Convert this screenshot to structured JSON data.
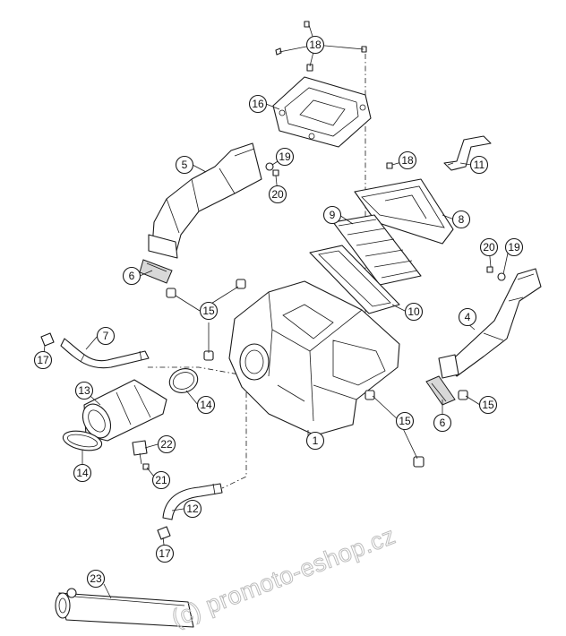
{
  "diagram": {
    "kind": "exploded parts diagram",
    "callouts": [
      "1",
      "4",
      "5",
      "6",
      "6",
      "7",
      "8",
      "9",
      "10",
      "11",
      "12",
      "13",
      "14",
      "14",
      "15",
      "15",
      "15",
      "16",
      "17",
      "17",
      "18",
      "18",
      "19",
      "19",
      "20",
      "20",
      "21",
      "22",
      "23"
    ]
  },
  "watermark": {
    "text": "(c) promoto-eshop.cz",
    "color": "#bdbdbd"
  },
  "colors": {
    "line": "#1a1a1a",
    "background": "#ffffff",
    "shade": "#d8d8d8"
  }
}
